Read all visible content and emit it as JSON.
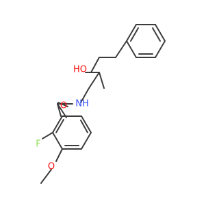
{
  "molecule": {
    "atoms": [
      {
        "id": "O_carbonyl",
        "label": "O",
        "color": "#ff0d0d"
      },
      {
        "id": "N_amide",
        "label": "NH",
        "color": "#3050f8"
      },
      {
        "id": "O_hydroxyl",
        "label": "HO",
        "color": "#ff0d0d"
      },
      {
        "id": "F",
        "label": "F",
        "color": "#90e050"
      },
      {
        "id": "O_methoxy",
        "label": "O",
        "color": "#ff0d0d"
      }
    ],
    "bond_color": "#3c3c3c"
  }
}
